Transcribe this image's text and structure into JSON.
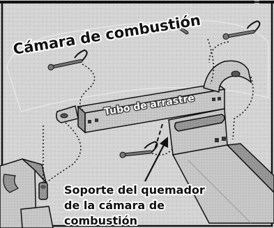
{
  "figure": {
    "labels": {
      "chamber": "Cámara de combustión",
      "tube": "Tubo de arrastre",
      "support_line1": "Soporte del quemador",
      "support_line2": "de la cámara de",
      "support_line3": "combustión"
    },
    "colors": {
      "background": "#d9d9d9",
      "metal": "#c8c8c8",
      "metal_dark": "#8a8a8a",
      "outline": "#111111",
      "label_text": "#111111"
    }
  }
}
